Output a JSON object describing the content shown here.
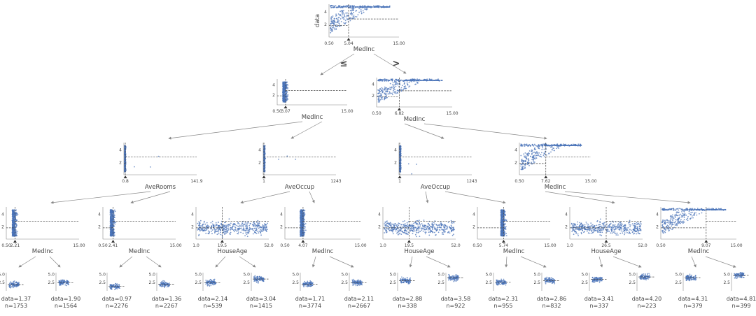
{
  "chart_data": {
    "type": "decision-tree",
    "target_label": "data",
    "color": "#4a73b8",
    "edge_labels": {
      "left": "≤",
      "right": ">"
    },
    "nodes": [
      {
        "id": "n0",
        "feature": "MedInc",
        "split": "5.04",
        "ticks": [
          "0.50",
          "15.00"
        ],
        "ylabels": [
          "2",
          "4"
        ],
        "yname": "data"
      },
      {
        "id": "n1",
        "feature": "MedInc",
        "split": "3.07",
        "ticks": [
          "0.50",
          "15.00"
        ],
        "ylabels": [
          "2",
          "4"
        ]
      },
      {
        "id": "n2",
        "feature": "MedInc",
        "split": "6.82",
        "ticks": [
          "0.50",
          "15.00"
        ],
        "ylabels": [
          "2",
          "4"
        ]
      },
      {
        "id": "n3",
        "feature": "AveRooms",
        "split": "0.8",
        "ticks": [
          "",
          "141.9"
        ],
        "ylabels": [
          "2",
          "4"
        ]
      },
      {
        "id": "n4",
        "feature": "AveOccup",
        "split": "1",
        "ticks": [
          "",
          "1243"
        ],
        "ylabels": [
          "2",
          "4"
        ]
      },
      {
        "id": "n5",
        "feature": "AveOccup",
        "split": "1",
        "ticks": [
          "",
          "1243"
        ],
        "ylabels": [
          "2",
          "4"
        ]
      },
      {
        "id": "n6",
        "feature": "MedInc",
        "split": "7.62",
        "ticks": [
          "0.50",
          "15.00"
        ],
        "ylabels": [
          "2",
          "4"
        ]
      },
      {
        "id": "n7",
        "feature": "MedInc",
        "split": "2.21",
        "ticks": [
          "0.50",
          "15.00"
        ],
        "ylabels": [
          "2",
          "4"
        ]
      },
      {
        "id": "n8",
        "feature": "MedInc",
        "split": "2.41",
        "ticks": [
          "0.50",
          "15.00"
        ],
        "ylabels": [
          "2",
          "4"
        ]
      },
      {
        "id": "n9",
        "feature": "HouseAge",
        "split": "19.5",
        "ticks": [
          "1.0",
          "52.0"
        ],
        "ylabels": [
          "2",
          "4"
        ]
      },
      {
        "id": "n10",
        "feature": "MedInc",
        "split": "4.07",
        "ticks": [
          "0.50",
          "15.00"
        ],
        "ylabels": [
          "2",
          "4"
        ]
      },
      {
        "id": "n11",
        "feature": "HouseAge",
        "split": "19.5",
        "ticks": [
          "1.0",
          "52.0"
        ],
        "ylabels": [
          "2",
          "4"
        ]
      },
      {
        "id": "n12",
        "feature": "MedInc",
        "split": "5.74",
        "ticks": [
          "0.50",
          "15.00"
        ],
        "ylabels": [
          "2",
          "4"
        ]
      },
      {
        "id": "n13",
        "feature": "HouseAge",
        "split": "26.5",
        "ticks": [
          "1.0",
          "52.0"
        ],
        "ylabels": [
          "2",
          "4"
        ]
      },
      {
        "id": "n14",
        "feature": "MedInc",
        "split": "9.07",
        "ticks": [
          "0.50",
          "15.00"
        ],
        "ylabels": [
          "2",
          "4"
        ]
      }
    ],
    "leaves": [
      {
        "mean": "data=1.37",
        "n": "n=1753"
      },
      {
        "mean": "data=1.90",
        "n": "n=1564"
      },
      {
        "mean": "data=0.97",
        "n": "n=2276"
      },
      {
        "mean": "data=1.36",
        "n": "n=2267"
      },
      {
        "mean": "data=2.14",
        "n": "n=539"
      },
      {
        "mean": "data=3.04",
        "n": "n=1415"
      },
      {
        "mean": "data=1.71",
        "n": "n=3774"
      },
      {
        "mean": "data=2.11",
        "n": "n=2667"
      },
      {
        "mean": "data=2.88",
        "n": "n=338"
      },
      {
        "mean": "data=3.58",
        "n": "n=922"
      },
      {
        "mean": "data=2.31",
        "n": "n=955"
      },
      {
        "mean": "data=2.86",
        "n": "n=832"
      },
      {
        "mean": "data=3.41",
        "n": "n=337"
      },
      {
        "mean": "data=4.20",
        "n": "n=223"
      },
      {
        "mean": "data=4.31",
        "n": "n=379"
      },
      {
        "mean": "data=4.81",
        "n": "n=399"
      }
    ],
    "leaf_ylabels": [
      "2.5",
      "5.0"
    ]
  }
}
